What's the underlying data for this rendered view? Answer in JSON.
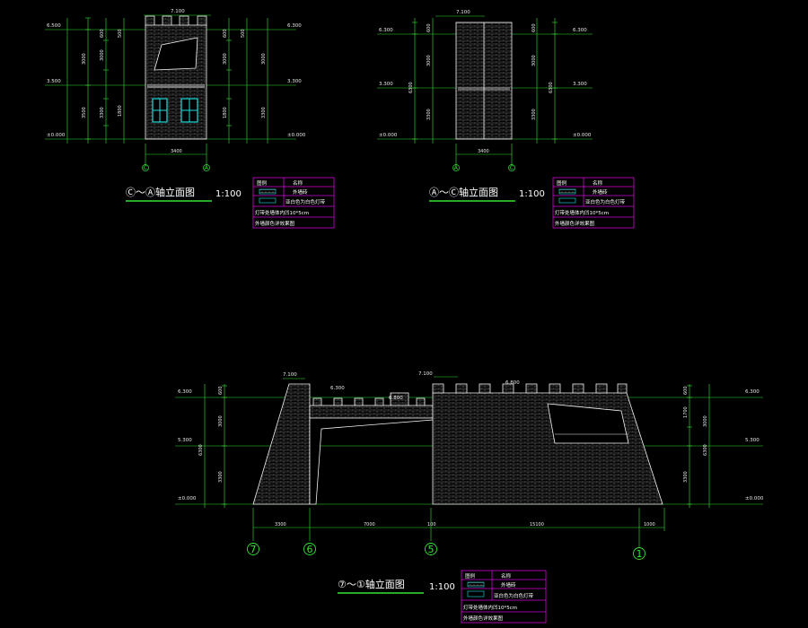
{
  "colors": {
    "background": "#000000",
    "dimension": "#35e235",
    "outline": "#f2f2f2",
    "legend_border": "#d400d4",
    "window": "#20e0e0",
    "brick": "#7a7a7a"
  },
  "drawing1": {
    "title": "Ⓒ～Ⓐ轴立面图",
    "scale": "1:100",
    "top_level": "7.100",
    "levels_left": [
      "6.500",
      "3.500",
      "±0.000"
    ],
    "levels_right": [
      "6.300",
      "3.300",
      "±0.000"
    ],
    "dims_left_outer": [
      "3000",
      "3500"
    ],
    "dims_left_inner": [
      "600",
      "500",
      "3000",
      "3300",
      "1800"
    ],
    "dims_right_inner": [
      "600",
      "500",
      "3000",
      "1800"
    ],
    "dims_right_outer": [
      "3000",
      "3300"
    ],
    "width_dim": "3400",
    "axis_left": "C",
    "axis_right": "A"
  },
  "drawing2": {
    "title": "Ⓐ～Ⓒ轴立面图",
    "scale": "1:100",
    "top_level": "7.100",
    "levels_left": [
      "6.300",
      "3.300",
      "±0.000"
    ],
    "levels_right": [
      "6.300",
      "3.300",
      "±0.000"
    ],
    "dims_left": [
      "600",
      "3000",
      "6300",
      "3300"
    ],
    "dims_right": [
      "600",
      "3000",
      "6300",
      "3300"
    ],
    "width_dim": "3400",
    "axis_left": "A",
    "axis_right": "C"
  },
  "drawing3": {
    "title": "⑦～①轴立面图",
    "scale": "1:100",
    "top_levels": [
      "7.100",
      "6.300",
      "7.100",
      "6.800",
      "6.800"
    ],
    "levels_left": [
      "6.300",
      "5.300",
      "±0.000"
    ],
    "levels_right": [
      "6.300",
      "5.300",
      "±0.000"
    ],
    "dims_left": [
      "600",
      "3000",
      "6300",
      "3300"
    ],
    "dims_right": [
      "600",
      "1700",
      "3000",
      "6300",
      "3300"
    ],
    "bottom_dims": [
      "3300",
      "7000",
      "100",
      "15100",
      "1000"
    ],
    "axes": [
      "7",
      "6",
      "5",
      "1"
    ]
  },
  "legend": {
    "header_symbol": "图例",
    "header_name": "名称",
    "row1_name": "外墙砖",
    "row2_name": "亚白色为白色灯带",
    "note1": "灯带处墙体内凹10*5cm",
    "note2": "外墙颜色详效果图"
  }
}
